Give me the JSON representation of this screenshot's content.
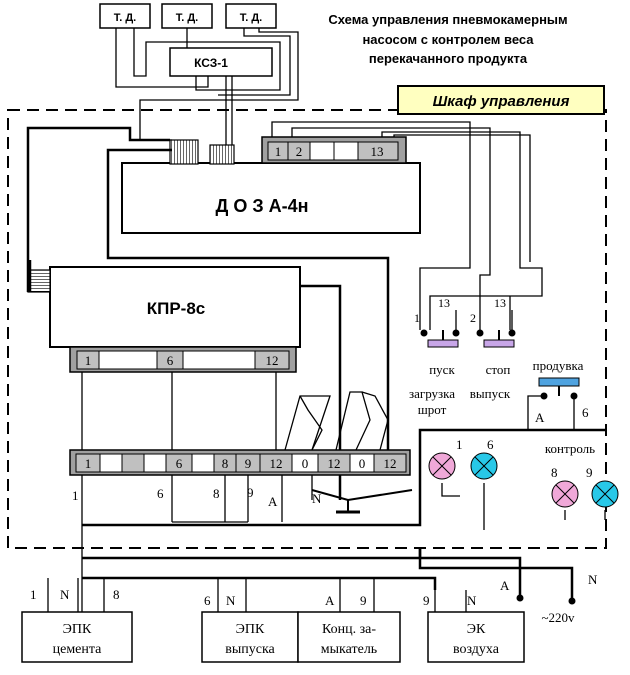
{
  "title": {
    "line1": "Схема управления пневмокамерным",
    "line2": "насосом с контролем веса",
    "line3": "перекачанного продукта"
  },
  "cabinet_label": "Шкаф управления",
  "sensors": [
    "Т. Д.",
    "Т. Д.",
    "Т. Д."
  ],
  "ksz_label": "КСЗ-1",
  "doza": {
    "label": "Д О З А-4н",
    "terminals": [
      "1",
      "2",
      "",
      "",
      "13"
    ]
  },
  "kpr": {
    "label": "КПР-8с",
    "terminals": [
      "1",
      "6",
      "12"
    ]
  },
  "terminal_strip": [
    "1",
    "",
    "",
    "6",
    "",
    "8",
    "9",
    "12",
    "0",
    "12",
    "0",
    "12"
  ],
  "wire_labels": {
    "w1": "1",
    "w6": "6",
    "w8": "8",
    "w9": "9",
    "wA": "A",
    "wN": "N",
    "pusk_1": "1",
    "pusk_13": "13",
    "stop_2": "2",
    "stop_13": "13",
    "produvka_A": "A",
    "produvka_6": "6",
    "lamp1": "1",
    "lamp6": "6",
    "lamp8": "8",
    "lamp9": "9",
    "supply_A": "A",
    "supply_N": "N",
    "epk1_1": "1",
    "epk1_N": "N",
    "epk1_8": "8",
    "epk2_6": "6",
    "epk2_N": "N",
    "kz_A": "A",
    "kz_9": "9",
    "ek_9": "9",
    "ek_N": "N"
  },
  "buttons": {
    "pusk": "пуск",
    "stop": "стоп",
    "produvka": "продувка",
    "zagruzka_line1": "загрузка",
    "zagruzka_line2": "шрот",
    "vypusk": "выпуск",
    "kontrol": "контроль"
  },
  "supply": "~220v",
  "devices": [
    {
      "line1": "ЭПК",
      "line2": "цемента"
    },
    {
      "line1": "ЭПК",
      "line2": "выпуска"
    },
    {
      "line1": "Конц. за-",
      "line2": "мыкатель"
    },
    {
      "line1": "ЭК",
      "line2": "воздуха"
    }
  ],
  "colors": {
    "cabinet_fill": "#ffffc0",
    "button_fill": "#c8a6e8",
    "produvka_fill": "#4fa3e0",
    "lamp_pink": "#f0a8d8",
    "lamp_cyan": "#28c8e8",
    "terminal_gray": "#a0a0a0"
  }
}
